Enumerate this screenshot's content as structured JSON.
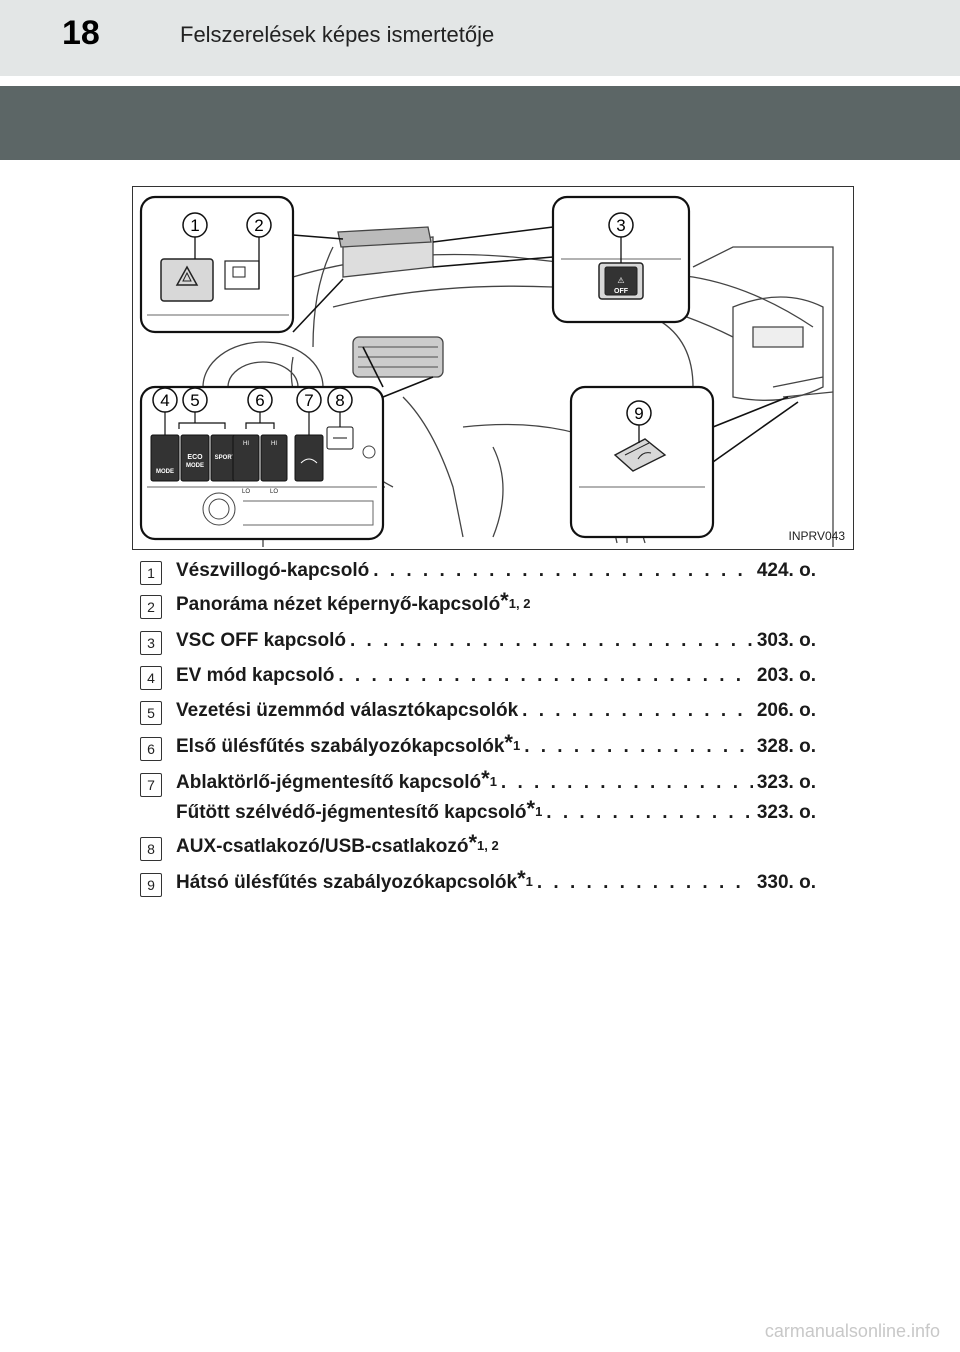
{
  "header": {
    "page_number": "18",
    "section_title": "Felszerelések képes ismertetője"
  },
  "figure": {
    "code": "INPRV043",
    "callouts": [
      "1",
      "2",
      "3",
      "4",
      "5",
      "6",
      "7",
      "8",
      "9"
    ],
    "switch_labels": {
      "ev": "MODE",
      "eco": "ECO",
      "eco_sub": "MODE",
      "sport": "SPORT",
      "hi": "HI",
      "lo": "LO",
      "vsc": "OFF"
    }
  },
  "items": [
    {
      "num": "1",
      "label": "Vészvillogó-kapcsoló",
      "sup": "",
      "dots": ". . . . . . . . . . . . . . . . . . . . . . . . . . . . .",
      "page": "424. o."
    },
    {
      "num": "2",
      "label": "Panoráma nézet képernyő-kapcsoló",
      "sup_star": "*",
      "sup": "1, 2",
      "dots": "",
      "page": ""
    },
    {
      "num": "3",
      "label": "VSC OFF kapcsoló",
      "sup": "",
      "dots": ". . . . . . . . . . . . . . . . . . . . . . . . . . . . . . .",
      "page": "303. o."
    },
    {
      "num": "4",
      "label": "EV mód kapcsoló",
      "sup": "",
      "dots": ". . . . . . . . . . . . . . . . . . . . . . . . . . . . . . . . .",
      "page": "203. o."
    },
    {
      "num": "5",
      "label": "Vezetési üzemmód választókapcsolók",
      "sup": "",
      "dots": ". . . . . . . . . . . . . . . .",
      "page": "206. o."
    },
    {
      "num": "6",
      "label": "Első ülésfűtés szabályozókapcsolók",
      "sup_star": "*",
      "sup": "1",
      "dots": ". . . . . . . . . . . . . . . .",
      "page": "328. o."
    },
    {
      "num": "7",
      "label": "Ablaktörlő-jégmentesítő kapcsoló",
      "sup_star": "*",
      "sup": "1",
      "dots": ". . . . . . . . . . . . . . . . .",
      "page": "323. o.",
      "sub": {
        "label": "Fűtött szélvédő-jégmentesítő kapcsoló",
        "sup_star": "*",
        "sup": "1",
        "dots": ". . . . . . . . . . . . .",
        "page": "323. o."
      }
    },
    {
      "num": "8",
      "label": "AUX-csatlakozó/USB-csatlakozó",
      "sup_star": "*",
      "sup": "1, 2",
      "dots": "",
      "page": ""
    },
    {
      "num": "9",
      "label": "Hátsó ülésfűtés szabályozókapcsolók",
      "sup_star": "*",
      "sup": "1",
      "dots": ". . . . . . . . . . . . . .",
      "page": "330. o."
    }
  ],
  "footer": {
    "brand": "carmanualsonline.info"
  }
}
